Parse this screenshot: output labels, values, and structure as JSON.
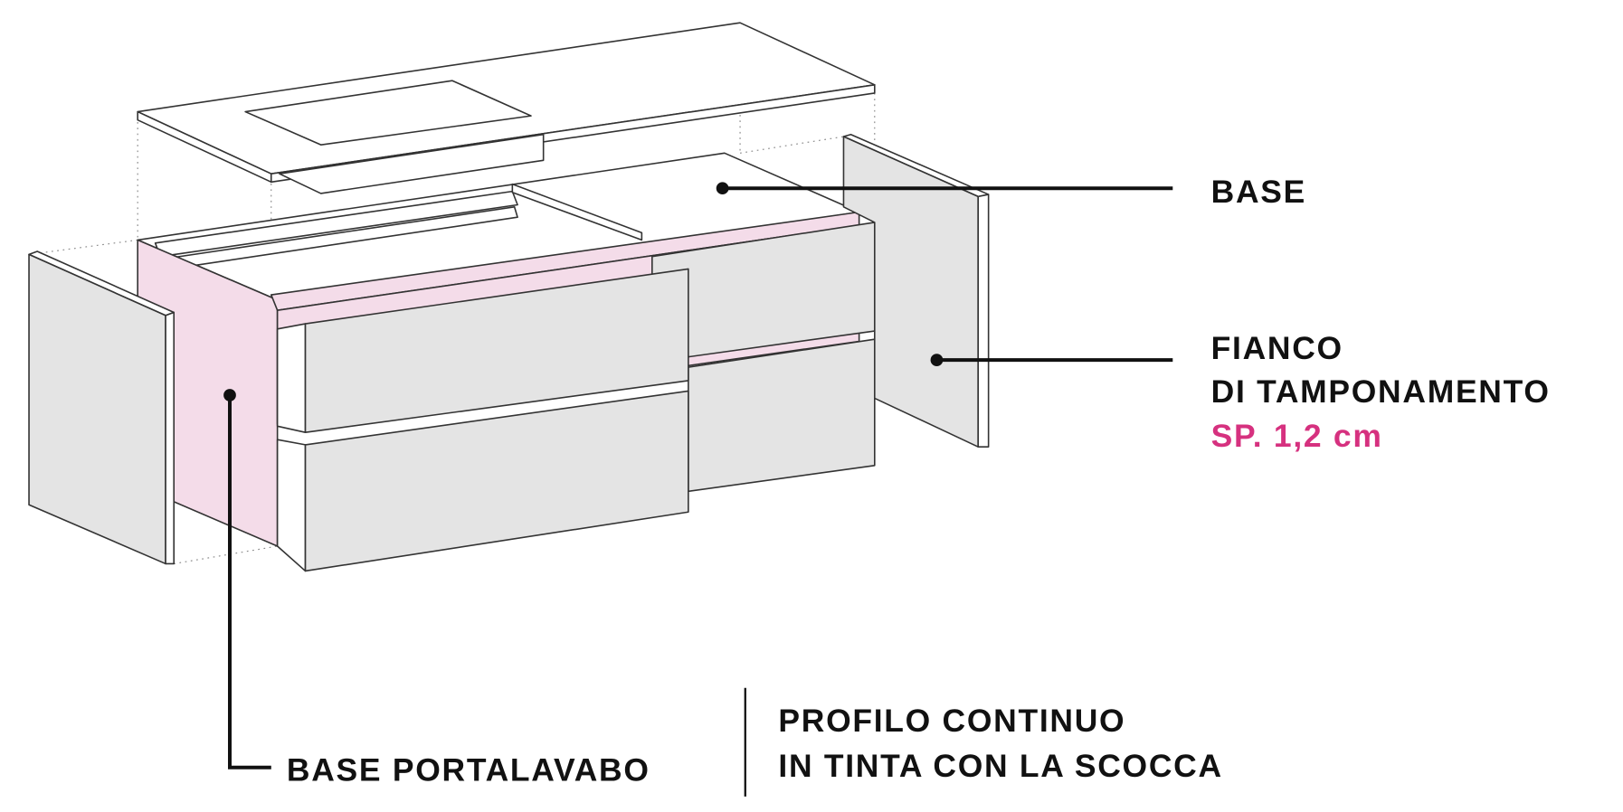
{
  "labels": {
    "base": "BASE",
    "fianco_line1": "FIANCO",
    "fianco_line2": "DI TAMPONAMENTO",
    "fianco_thickness": "SP. 1,2 cm",
    "base_portalavabo": "BASE PORTALAVABO",
    "profilo_line1": "PROFILO CONTINUO",
    "profilo_line2": "IN TINTA CON LA SCOCCA"
  },
  "colors": {
    "carcass": "#f4dce9",
    "panel": "#e4e4e4",
    "accent": "#d6317f",
    "line": "#333333"
  }
}
